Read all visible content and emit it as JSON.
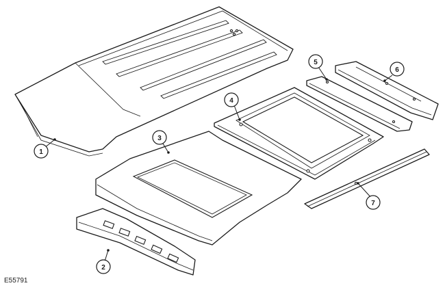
{
  "figure_id": "E55791",
  "callouts": [
    {
      "label": "1"
    },
    {
      "label": "2"
    },
    {
      "label": "3"
    },
    {
      "label": "4"
    },
    {
      "label": "5"
    },
    {
      "label": "6"
    },
    {
      "label": "7"
    }
  ],
  "colors": {
    "line": "#1a1a1a",
    "background": "#ffffff"
  }
}
